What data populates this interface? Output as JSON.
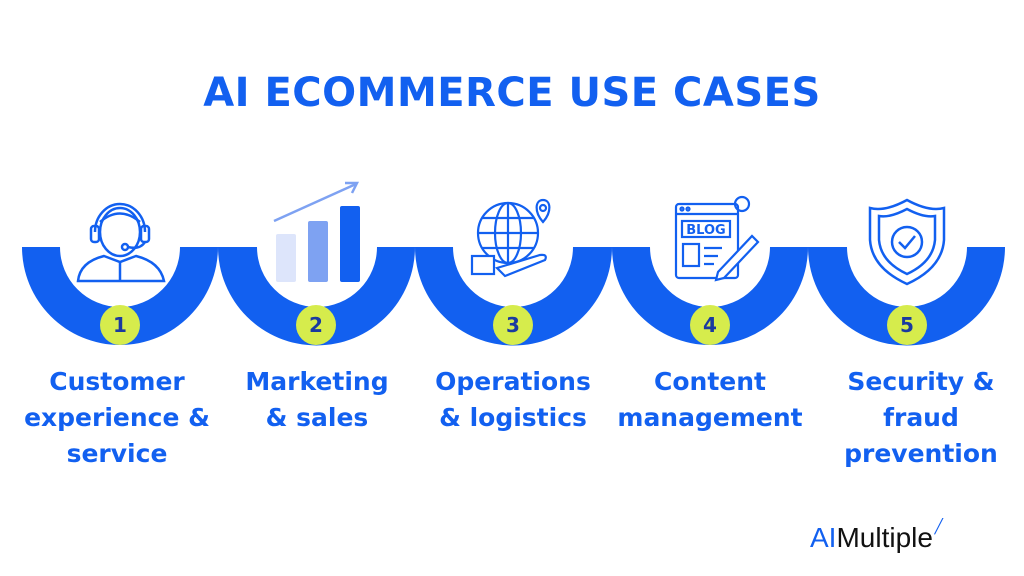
{
  "title": "AI ECOMMERCE USE CASES",
  "colors": {
    "primary": "#1260f0",
    "badge": "#d6ec4c",
    "badge_text": "#1a3aa0"
  },
  "items": [
    {
      "number": "1",
      "label_lines": [
        "Customer",
        "experience &",
        "service"
      ],
      "icon": "customer-service-headset-icon"
    },
    {
      "number": "2",
      "label_lines": [
        "Marketing",
        "& sales"
      ],
      "icon": "growth-bar-chart-icon"
    },
    {
      "number": "3",
      "label_lines": [
        "Operations",
        "& logistics"
      ],
      "icon": "globe-logistics-icon"
    },
    {
      "number": "4",
      "label_lines": [
        "Content",
        "management"
      ],
      "icon": "blog-content-icon"
    },
    {
      "number": "5",
      "label_lines": [
        "Security &",
        "fraud",
        "prevention"
      ],
      "icon": "security-shield-icon"
    }
  ],
  "blog_icon_text": "BLOG",
  "logo": {
    "part1": "AI",
    "part2": "Multiple"
  }
}
